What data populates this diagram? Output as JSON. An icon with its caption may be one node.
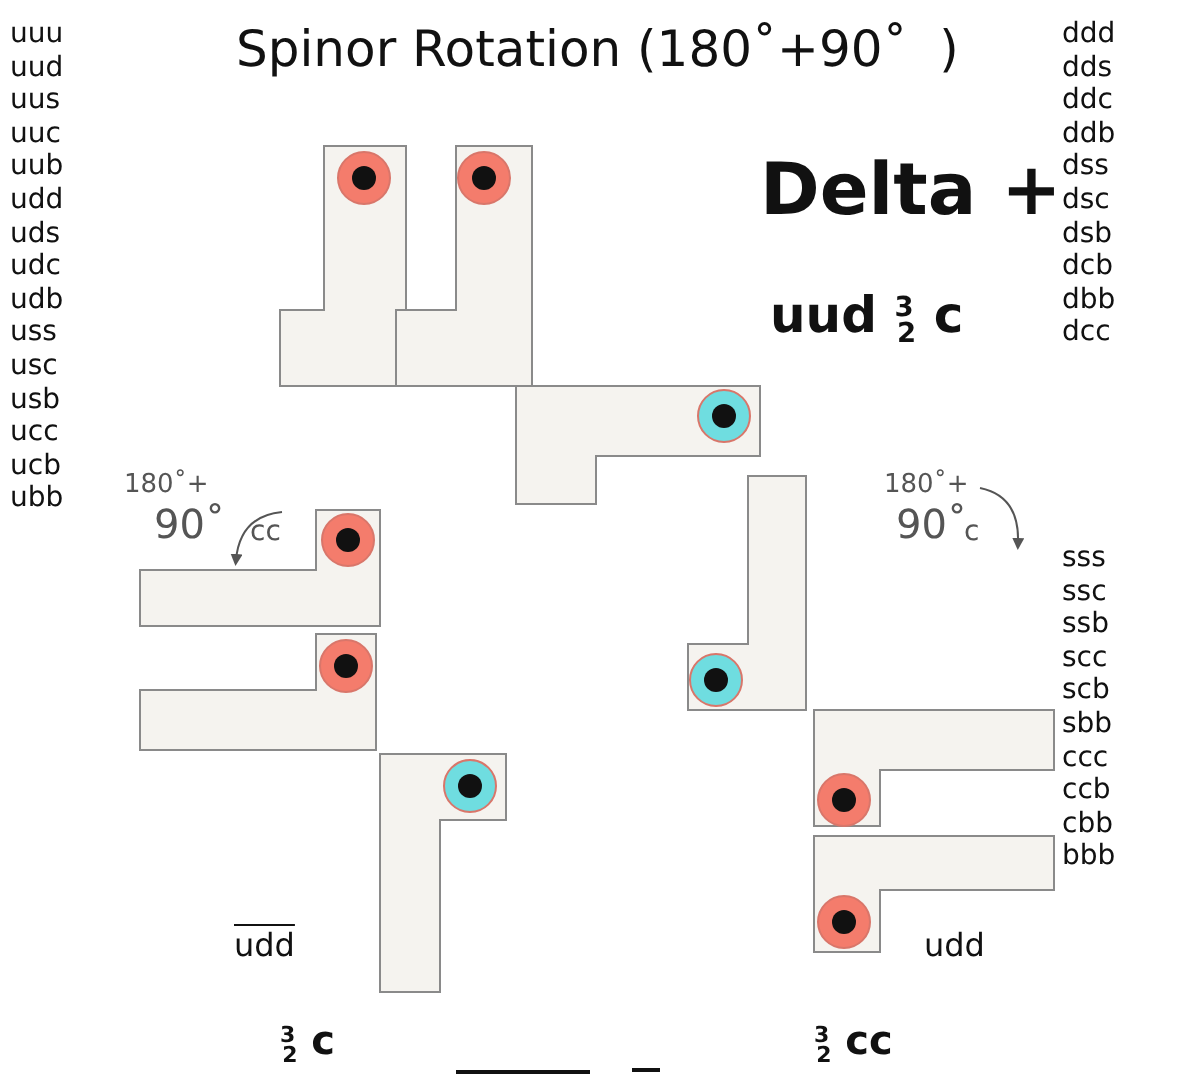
{
  "diagram": {
    "title": "Spinor Rotation (180˚+90˚  )",
    "labels": [
      "uuu",
      "uud",
      "uus",
      "uuc",
      "uub",
      "udd",
      "uds",
      "udc",
      "udb",
      "uss",
      "usc",
      "usb",
      "ucc",
      "ucb",
      "ubb",
      "ddd",
      "dds",
      "ddc",
      "ddb",
      "dss",
      "dsc",
      "dsb",
      "dcb",
      "dbb",
      "dcc",
      "sss",
      "ssc",
      "ssb",
      "scc",
      "scb",
      "sbb",
      "ccc",
      "ccb",
      "cbb",
      "bbb",
      "Delta +",
      "uud $^{3}$$_{2}$ c",
      "180˚+",
      "90˚",
      "cc",
      "180˚+",
      "90˚",
      "c",
      "udd",
      "udd",
      "$^{3}$$_{2}$ c",
      "$^{3}$$_{2}$ cc"
    ]
  }
}
